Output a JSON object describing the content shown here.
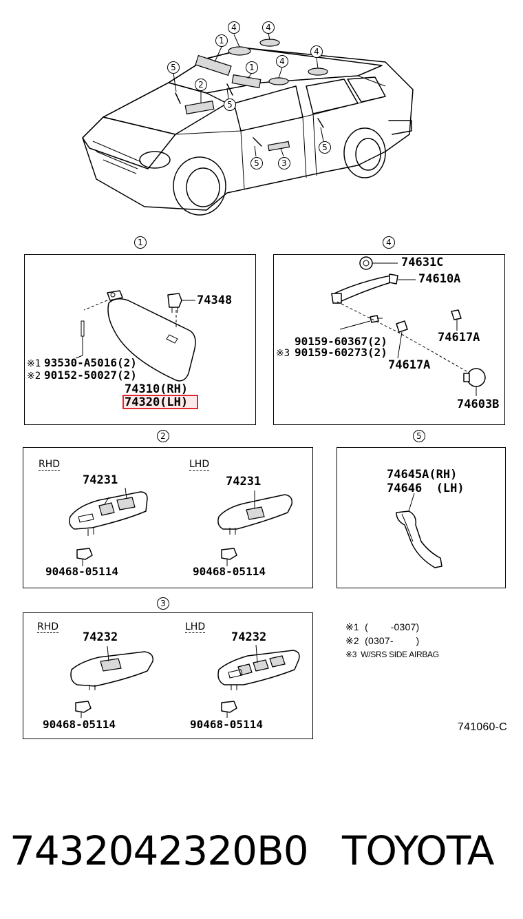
{
  "callouts": {
    "c1": "1",
    "c2": "2",
    "c3": "3",
    "c4": "4",
    "c5": "5"
  },
  "section1": {
    "part_74348": "74348",
    "note1_mark": "※1",
    "note1_part": "93530-A5016(2)",
    "note2_mark": "※2",
    "note2_part": "90152-50027(2)",
    "part_rh": "74310(RH)",
    "part_lh": "74320(LH)"
  },
  "section4": {
    "part_74631c": "74631C",
    "part_74610a": "74610A",
    "part_74617a_top": "74617A",
    "bolt_a": "90159-60367(2)",
    "note3_mark": "※3",
    "bolt_b": "90159-60273(2)",
    "part_74617a": "74617A",
    "part_74603b": "74603B"
  },
  "section2": {
    "rhd_label": "RHD",
    "lhd_label": "LHD",
    "part_rhd": "74231",
    "part_lhd": "74231",
    "clip_rhd": "90468-05114",
    "clip_lhd": "90468-05114"
  },
  "section5": {
    "part_rh": "74645A(RH)",
    "part_lh": "74646  (LH)"
  },
  "section3": {
    "rhd_label": "RHD",
    "lhd_label": "LHD",
    "part_rhd": "74232",
    "part_lhd": "74232",
    "clip_rhd": "90468-05114",
    "clip_lhd": "90468-05114"
  },
  "notes": {
    "n1": "※1  (        -0307)",
    "n2": "※2  (0307-        )",
    "n3": "※3  W/SRS SIDE AIRBAG"
  },
  "figure_code": "741060-C",
  "footer": {
    "part_number": "7432042320B0",
    "brand": "TOYOTA"
  },
  "highlight_color": "#e0282c"
}
